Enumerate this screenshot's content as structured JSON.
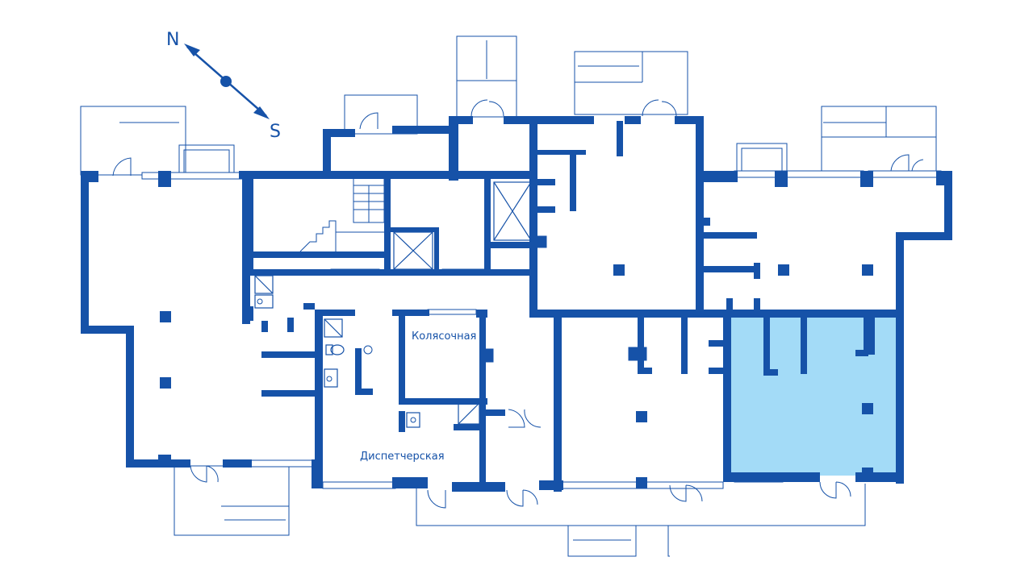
{
  "compass": {
    "north": "N",
    "south": "S"
  },
  "rooms": {
    "stroller_room": "Колясочная",
    "dispatch_room": "Диспетчерская"
  },
  "colors": {
    "wall": "#1652a8",
    "highlight": "#a3dbf7"
  }
}
